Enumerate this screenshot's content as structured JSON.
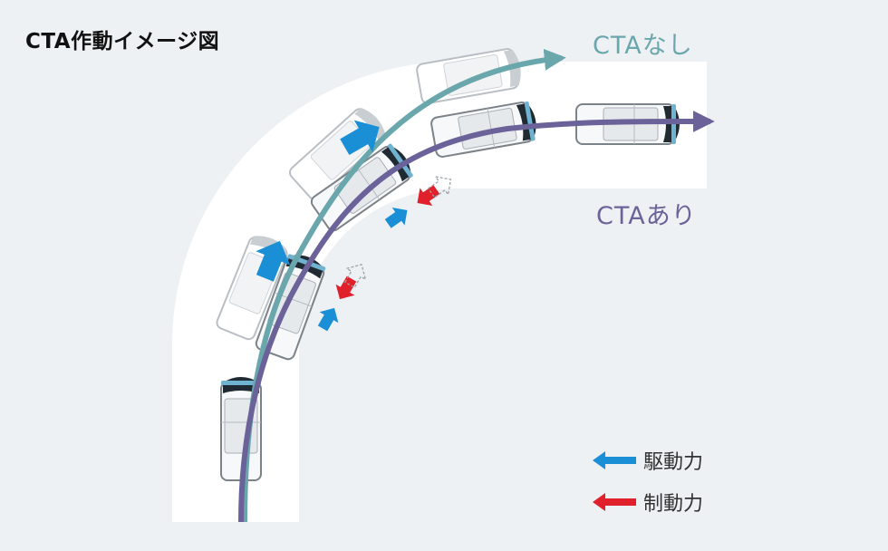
{
  "title": "CTA作動イメージ図",
  "labels": {
    "without_cta": "CTAなし",
    "with_cta": "CTAあり"
  },
  "legend": {
    "drive_force": "駆動力",
    "braking_force": "制動力"
  },
  "colors": {
    "background": "#eef1f3",
    "road": "#ffffff",
    "path_without": "#6aa7ad",
    "path_with": "#6b6299",
    "drive_arrow": "#1a8fd6",
    "brake_arrow": "#e0202a"
  }
}
